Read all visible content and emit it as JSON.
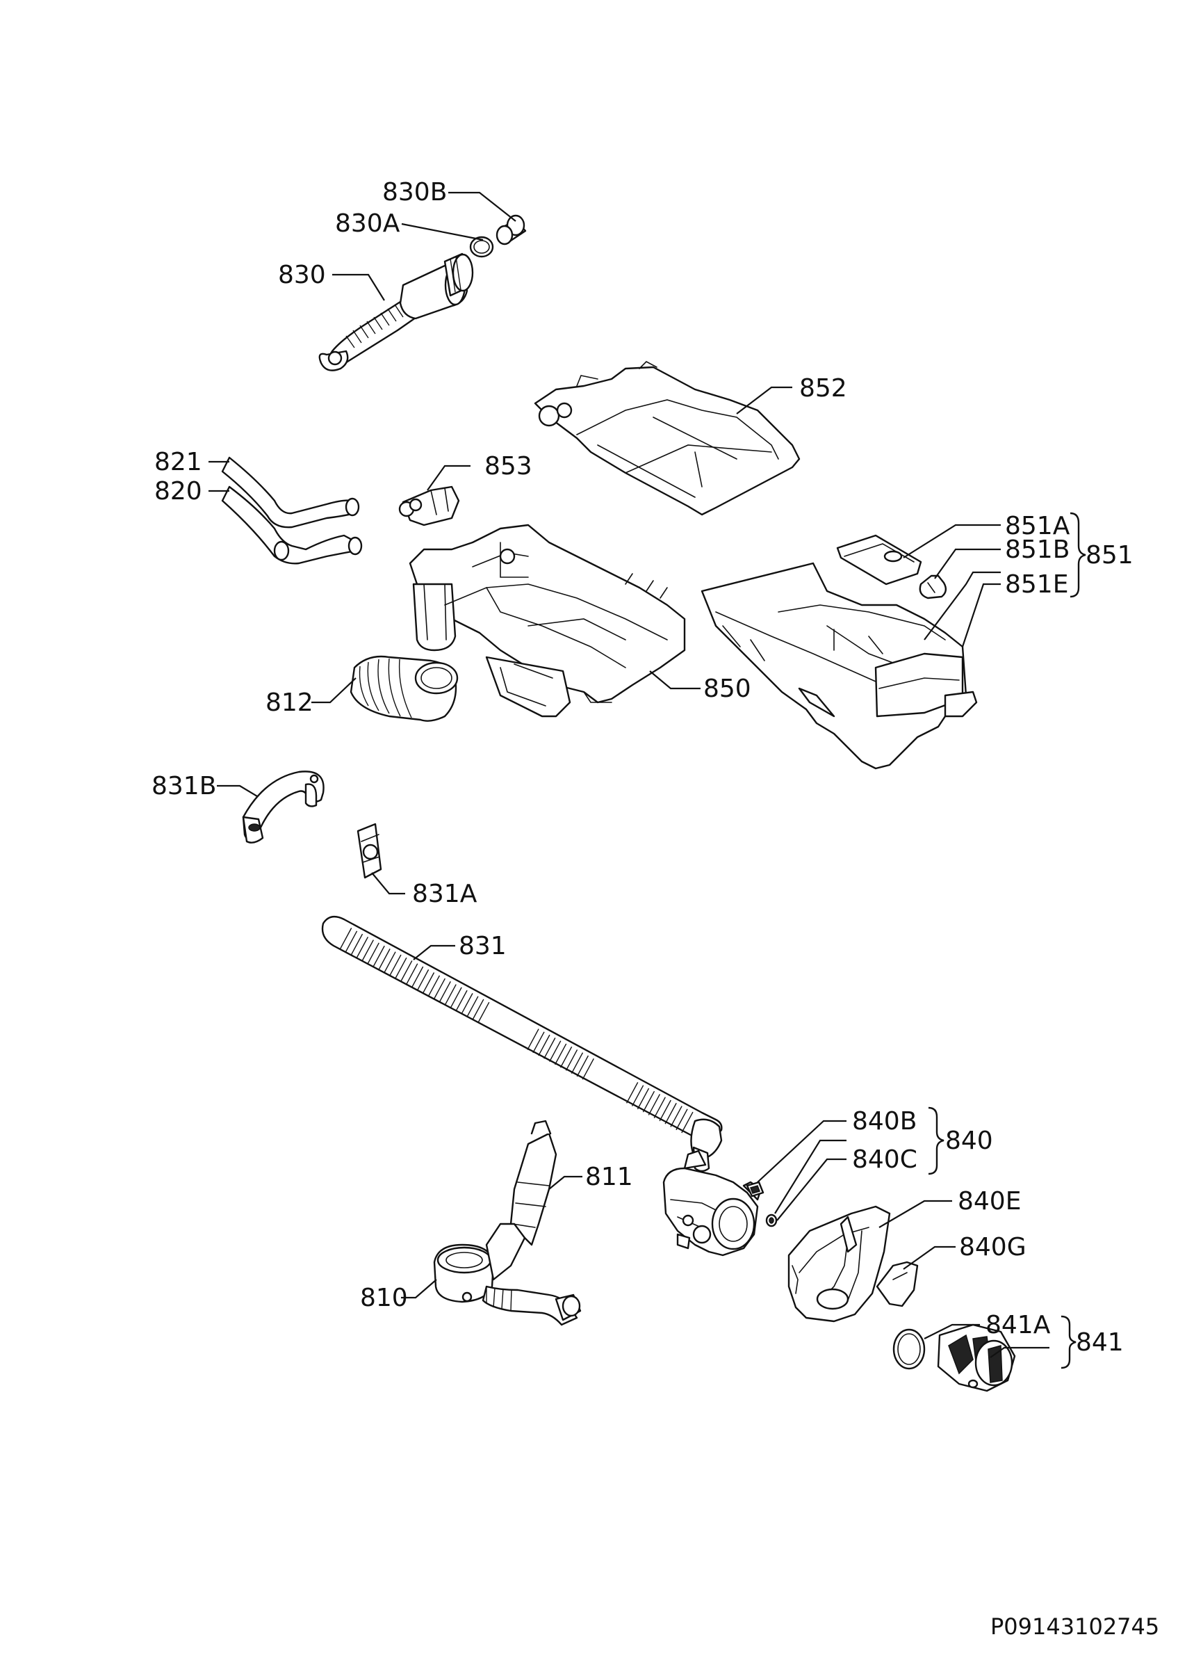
{
  "document_code": "P09143102745",
  "callouts": {
    "c830B": "830B",
    "c830A": "830A",
    "c830": "830",
    "c852": "852",
    "c821": "821",
    "c820": "820",
    "c853": "853",
    "c851A": "851A",
    "c851B": "851B",
    "c851": "851",
    "c851E": "851E",
    "c812": "812",
    "c850": "850",
    "c831B": "831B",
    "c831A": "831A",
    "c831": "831",
    "c840B": "840B",
    "c840": "840",
    "c840C": "840C",
    "c811": "811",
    "c840E": "840E",
    "c840G": "840G",
    "c810": "810",
    "c841A": "841A",
    "c841": "841"
  }
}
